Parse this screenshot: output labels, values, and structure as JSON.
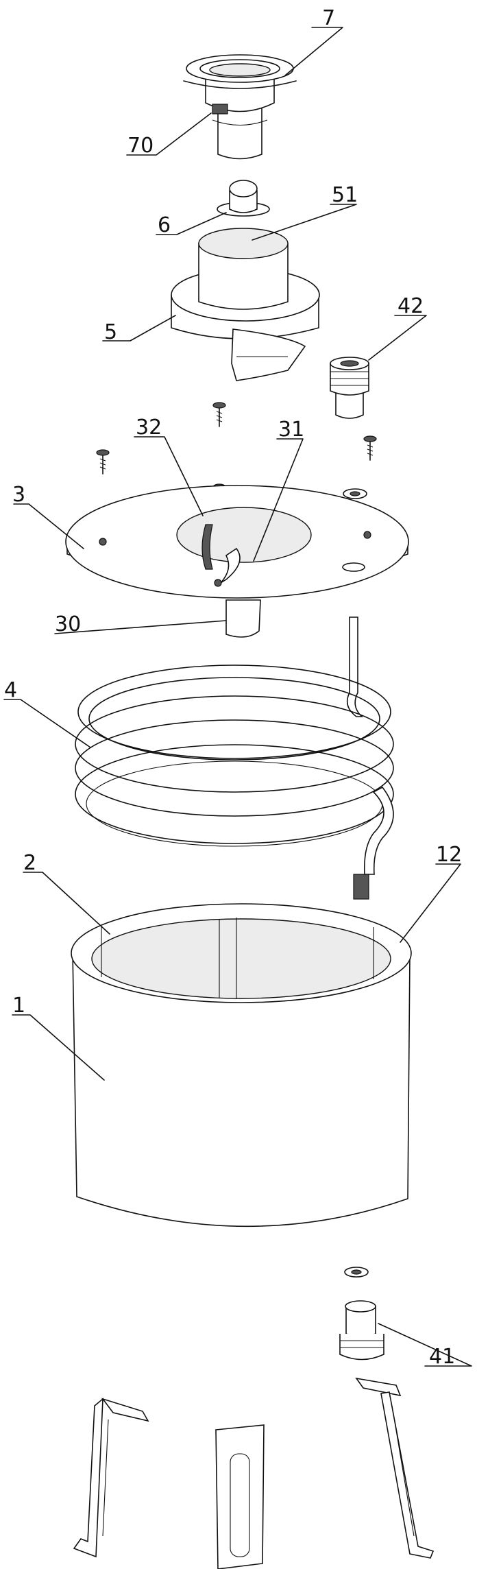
{
  "labels": {
    "l7": "7",
    "l70": "70",
    "l6": "6",
    "l51": "51",
    "l5": "5",
    "l42": "42",
    "l32": "32",
    "l31": "31",
    "l3": "3",
    "l30": "30",
    "l4": "4",
    "l2": "2",
    "l12": "12",
    "l1": "1",
    "l41": "41"
  }
}
